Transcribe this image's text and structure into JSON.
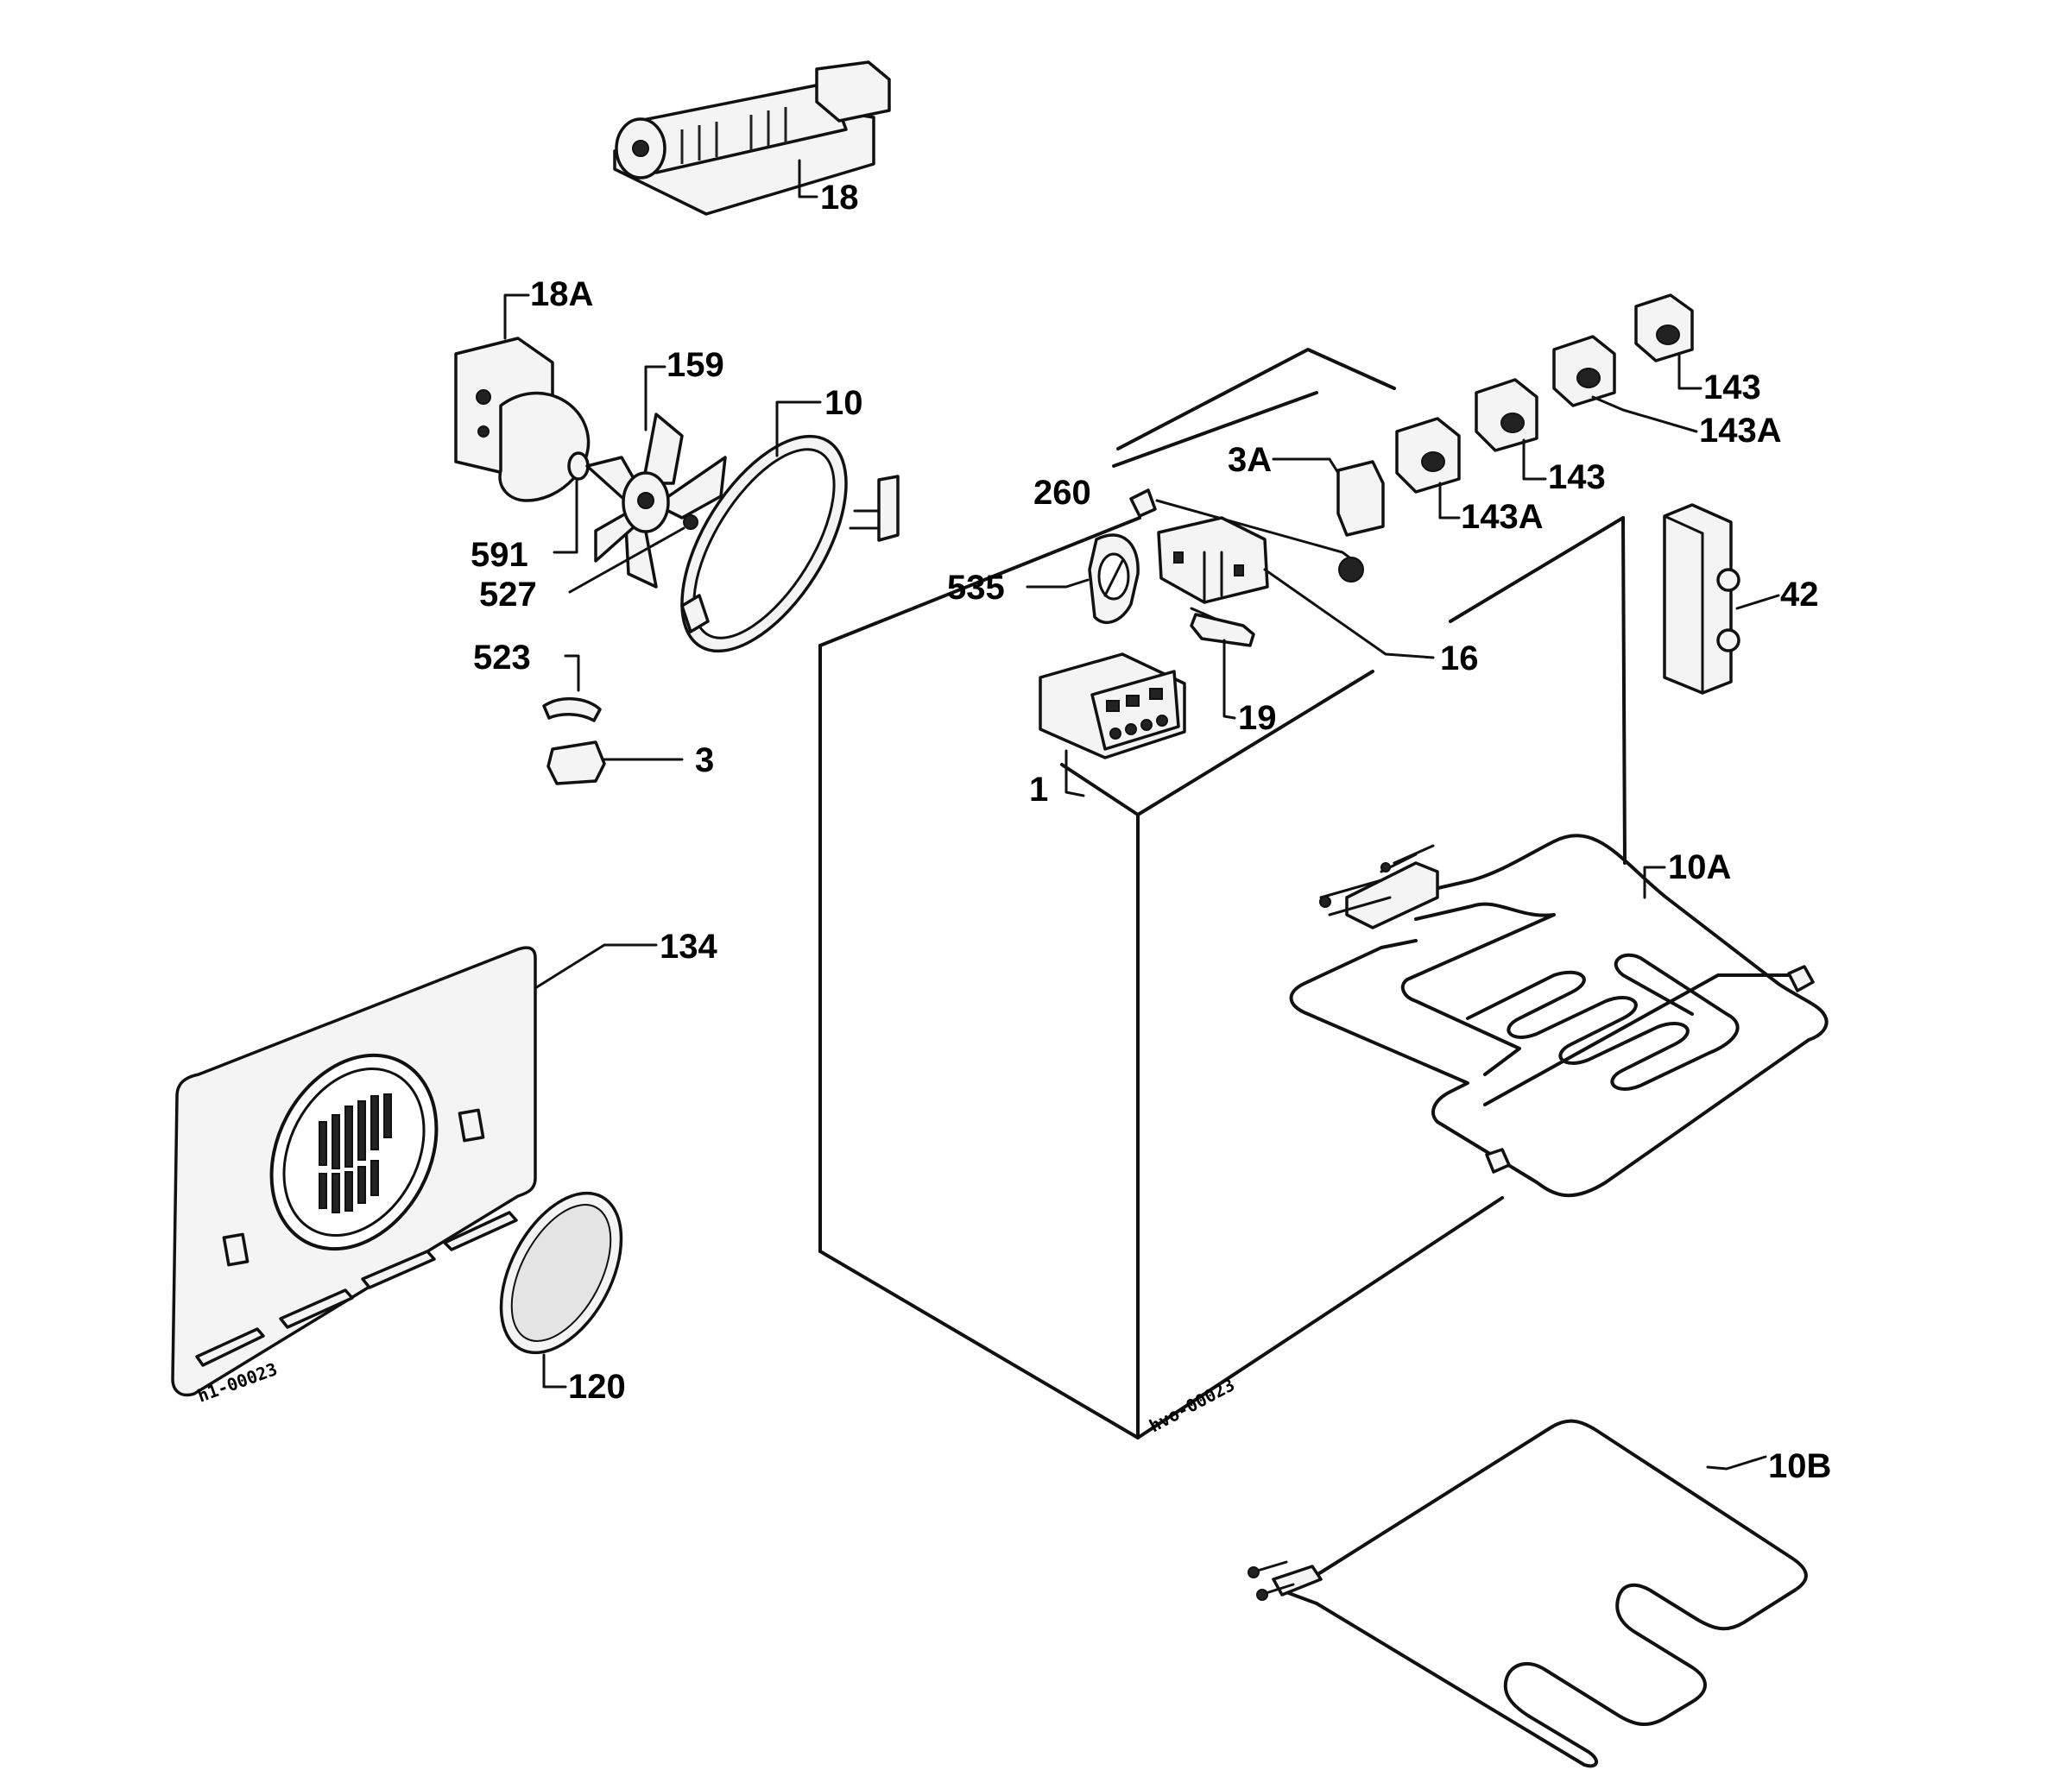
{
  "diagram": {
    "type": "exploded-parts-view",
    "part_labels": {
      "p18": "18",
      "p18A": "18A",
      "p159": "159",
      "p10": "10",
      "p591": "591",
      "p527": "527",
      "p523": "523",
      "p3": "3",
      "p260": "260",
      "p3A": "3A",
      "p143A_1": "143A",
      "p143_1": "143",
      "p143A_2": "143A",
      "p143_2": "143",
      "p535": "535",
      "p16": "16",
      "p19": "19",
      "p1": "1",
      "p42": "42",
      "p10A": "10A",
      "p134": "134",
      "p120": "120",
      "p10B": "10B"
    },
    "drawing_codes": {
      "panel_code": "h1-00023",
      "box_code": "hvo-00023"
    }
  }
}
